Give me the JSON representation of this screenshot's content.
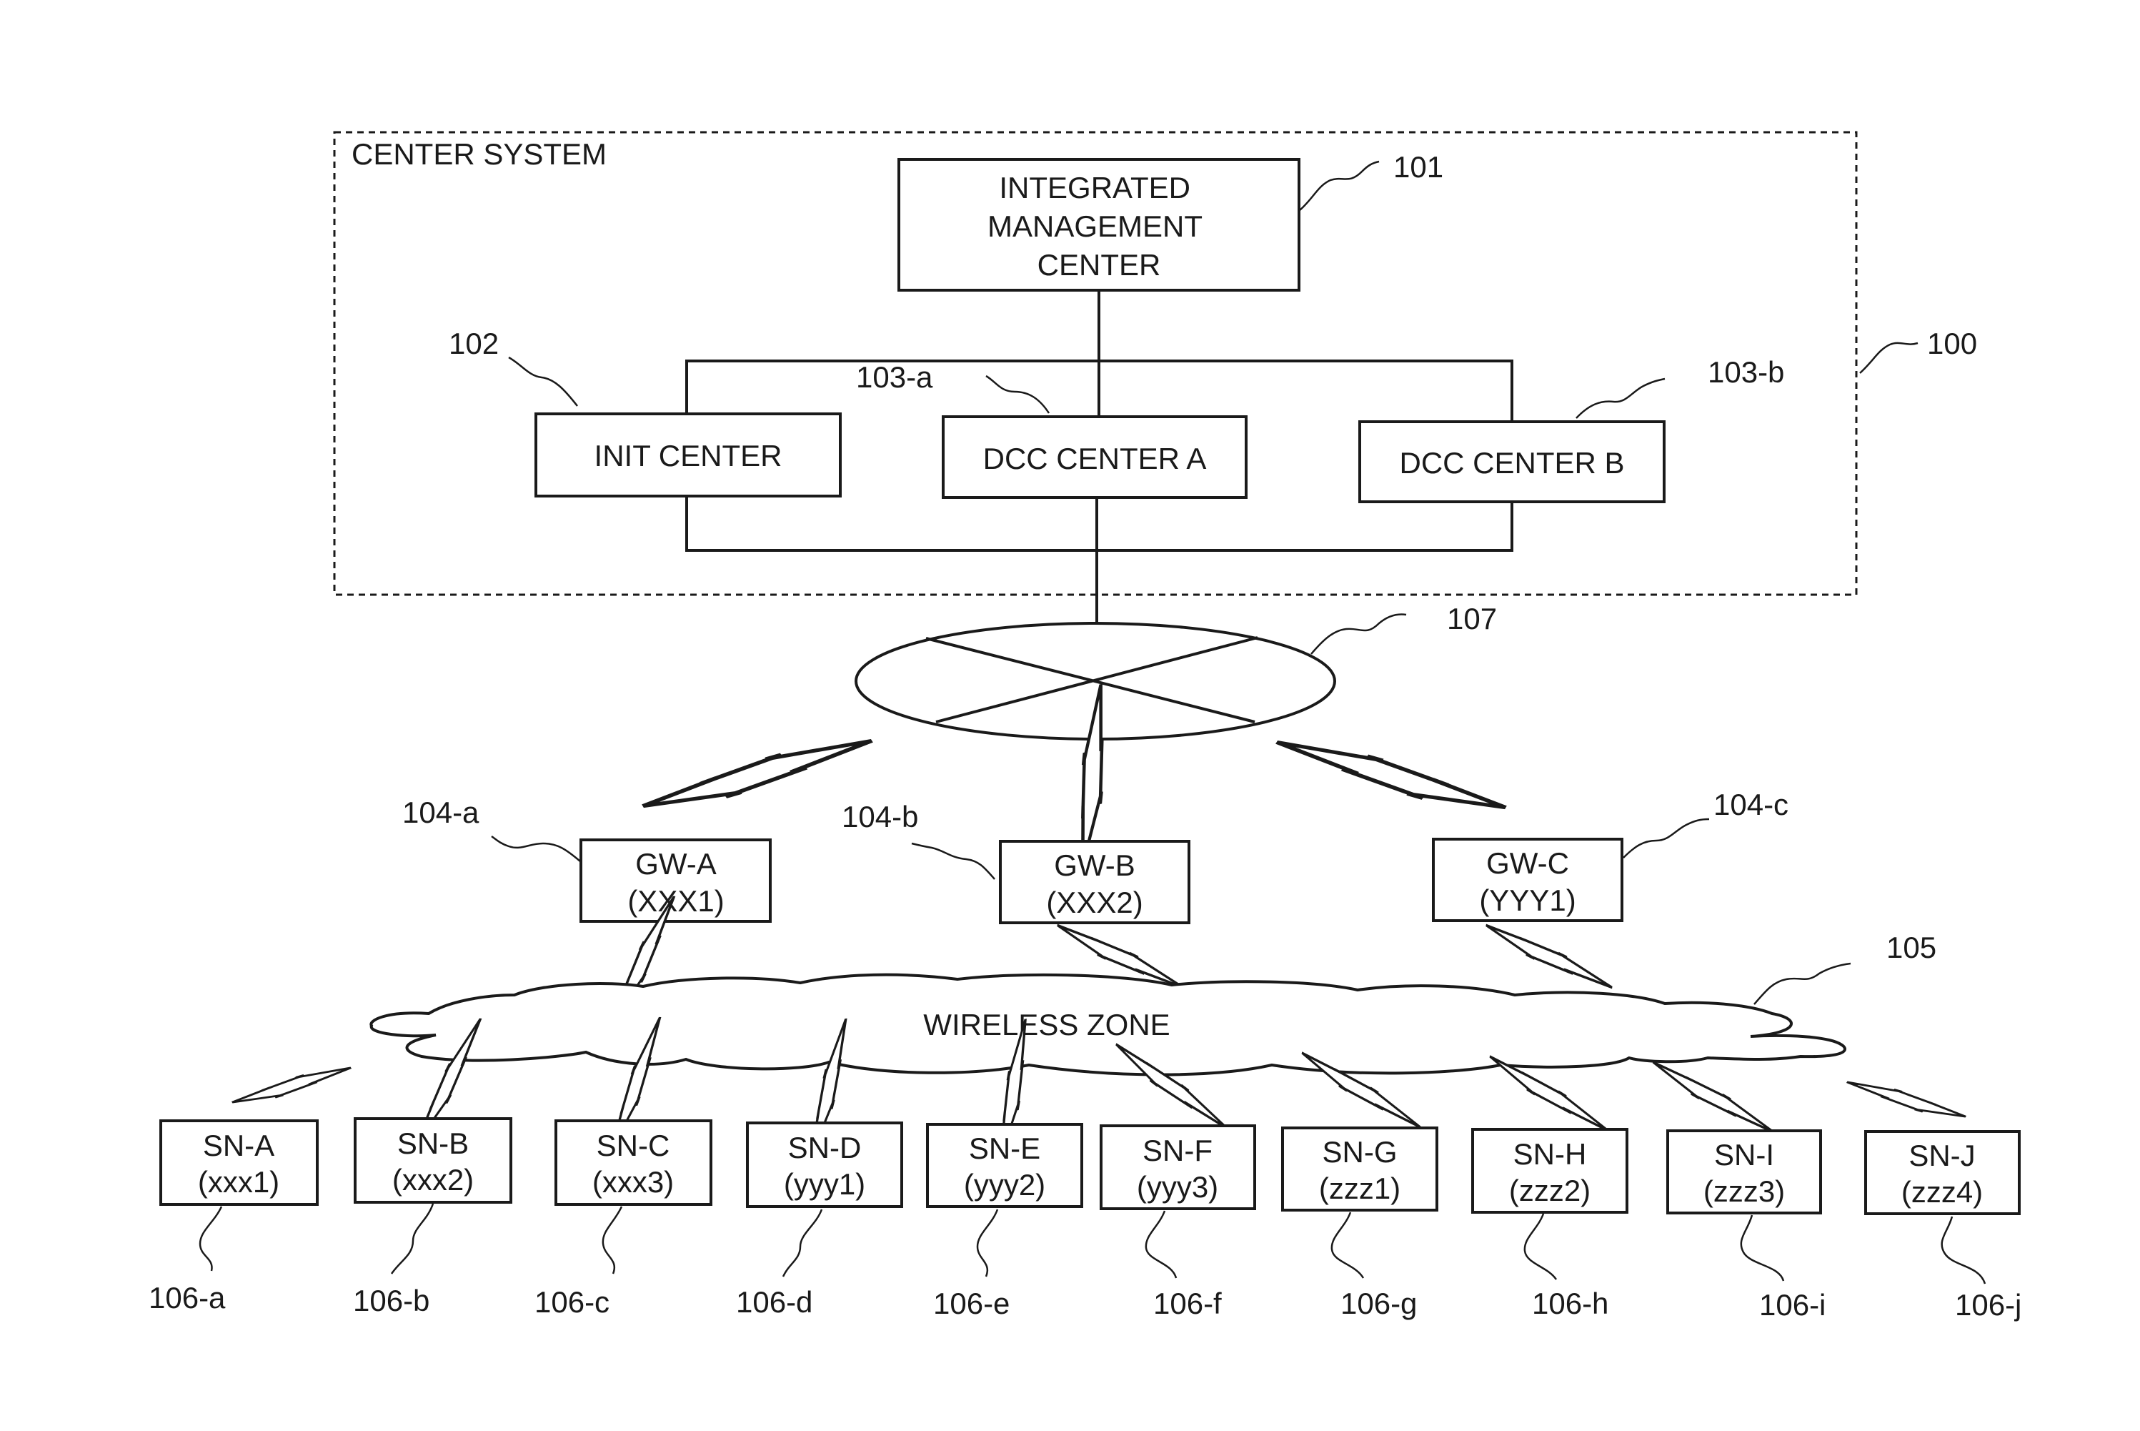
{
  "center_system": {
    "label": "CENTER SYSTEM",
    "ref": "100"
  },
  "integrated_management_center": {
    "lines": [
      "INTEGRATED",
      "MANAGEMENT",
      "CENTER"
    ],
    "ref": "101"
  },
  "init_center": {
    "label": "INIT CENTER",
    "ref": "102"
  },
  "dcc_center_a": {
    "label": "DCC CENTER A",
    "ref": "103-a"
  },
  "dcc_center_b": {
    "label": "DCC CENTER B",
    "ref": "103-b"
  },
  "network": {
    "ref": "107"
  },
  "gateways": [
    {
      "name": "GW-A",
      "id": "(XXX1)",
      "ref": "104-a"
    },
    {
      "name": "GW-B",
      "id": "(XXX2)",
      "ref": "104-b"
    },
    {
      "name": "GW-C",
      "id": "(YYY1)",
      "ref": "104-c"
    }
  ],
  "wireless_zone": {
    "label": "WIRELESS ZONE",
    "ref": "105"
  },
  "sensor_nodes": [
    {
      "name": "SN-A",
      "id": "(xxx1)",
      "ref": "106-a"
    },
    {
      "name": "SN-B",
      "id": "(xxx2)",
      "ref": "106-b"
    },
    {
      "name": "SN-C",
      "id": "(xxx3)",
      "ref": "106-c"
    },
    {
      "name": "SN-D",
      "id": "(yyy1)",
      "ref": "106-d"
    },
    {
      "name": "SN-E",
      "id": "(yyy2)",
      "ref": "106-e"
    },
    {
      "name": "SN-F",
      "id": "(yyy3)",
      "ref": "106-f"
    },
    {
      "name": "SN-G",
      "id": "(zzz1)",
      "ref": "106-g"
    },
    {
      "name": "SN-H",
      "id": "(zzz2)",
      "ref": "106-h"
    },
    {
      "name": "SN-I",
      "id": "(zzz3)",
      "ref": "106-i"
    },
    {
      "name": "SN-J",
      "id": "(zzz4)",
      "ref": "106-j"
    }
  ]
}
